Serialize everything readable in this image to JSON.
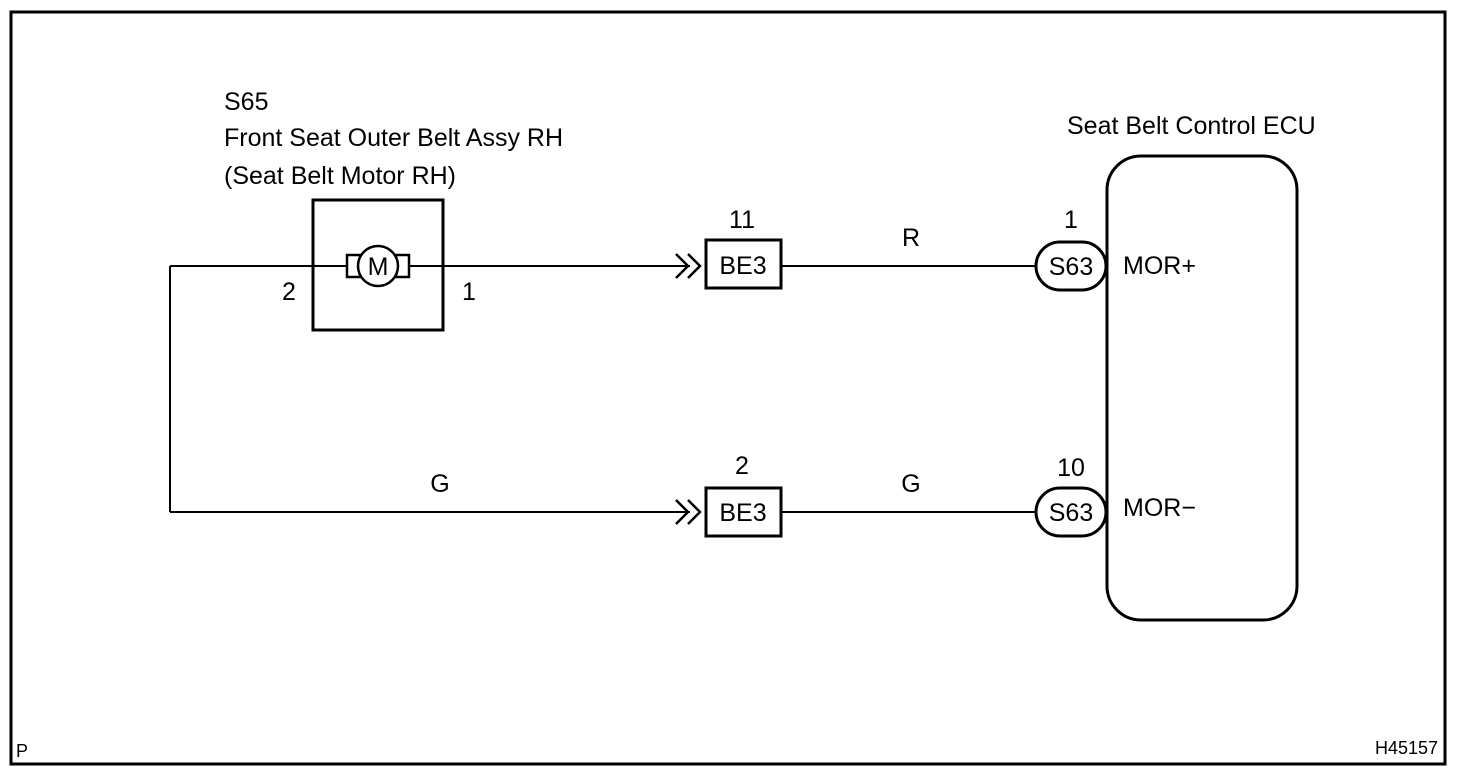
{
  "motor": {
    "connector": "S65",
    "name_line1": "Front Seat Outer Belt Assy RH",
    "name_line2": "(Seat Belt Motor RH)",
    "symbol": "M",
    "pin_left": "2",
    "pin_right": "1"
  },
  "ecu": {
    "name": "Seat Belt Control ECU",
    "terminal_top": "MOR+",
    "terminal_bottom": "MOR−"
  },
  "junction_top": {
    "connector": "BE3",
    "pin": "11"
  },
  "junction_bottom": {
    "connector": "BE3",
    "pin": "2"
  },
  "ecu_connector_top": {
    "connector": "S63",
    "pin": "1"
  },
  "ecu_connector_bottom": {
    "connector": "S63",
    "pin": "10"
  },
  "wires": {
    "top_right_color": "R",
    "bottom_left_color": "G",
    "bottom_right_color": "G"
  },
  "corner_left": "P",
  "figure_id": "H45157"
}
